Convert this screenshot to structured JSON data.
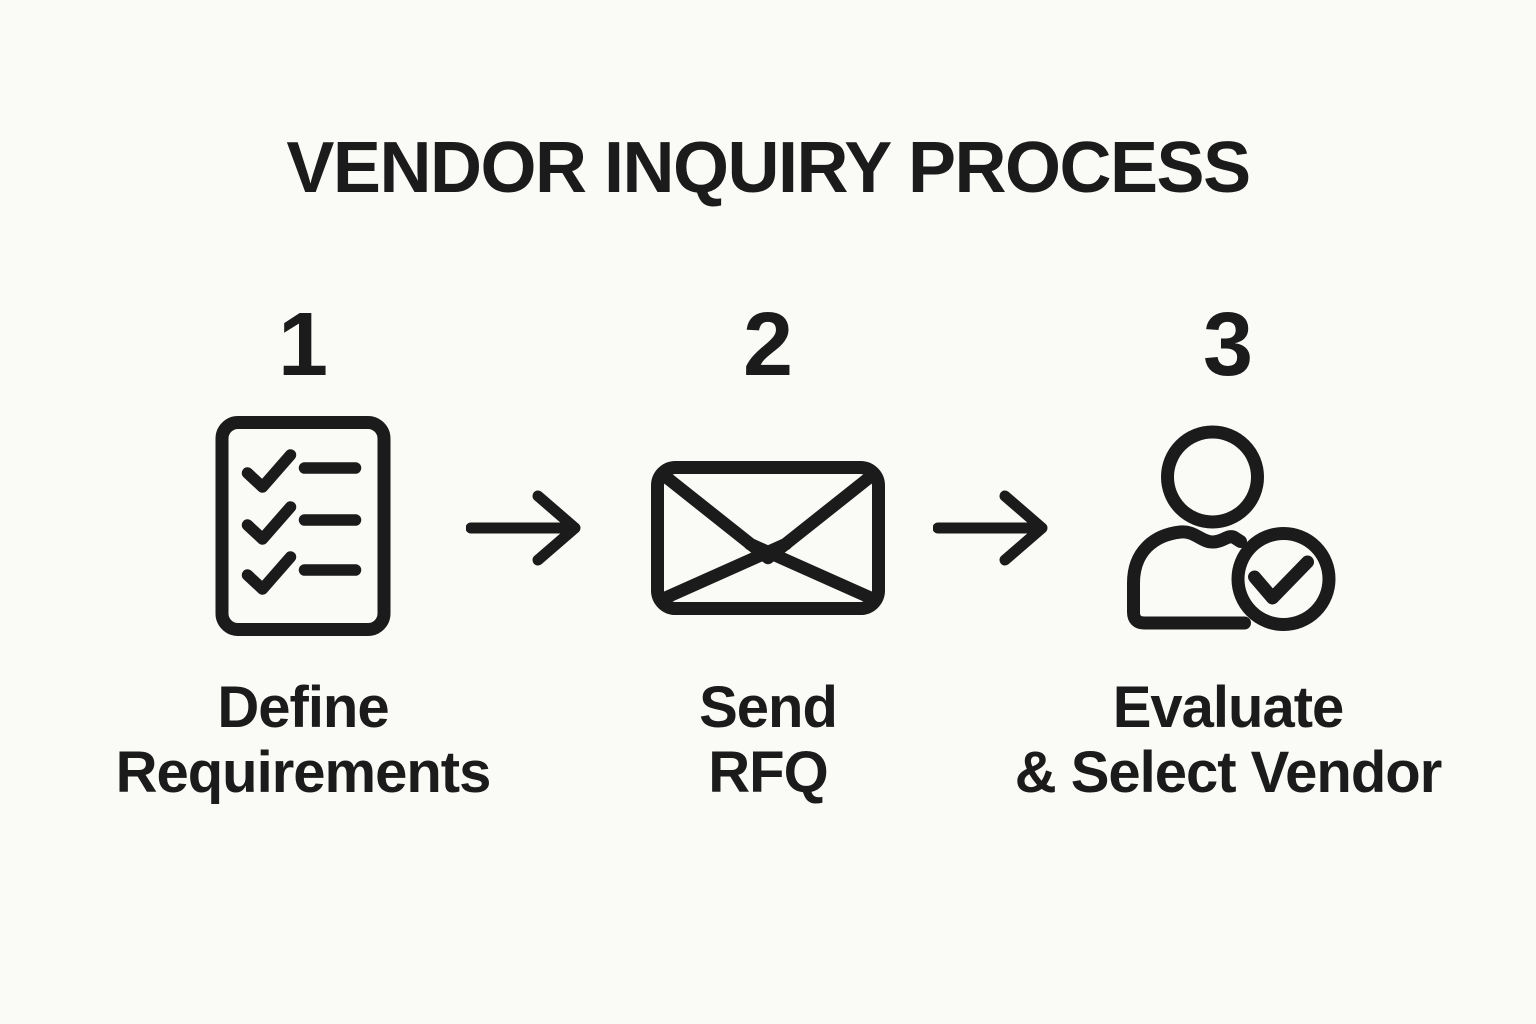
{
  "title": "VENDOR INQUIRY PROCESS",
  "colors": {
    "background": "#fafaf7",
    "ink": "#1b1b1b"
  },
  "steps": [
    {
      "number": "1",
      "icon": "checklist-icon",
      "label": [
        "Define",
        "Requirements"
      ]
    },
    {
      "number": "2",
      "icon": "envelope-icon",
      "label": [
        "Send",
        "RFQ"
      ]
    },
    {
      "number": "3",
      "icon": "person-check-icon",
      "label": [
        "Evaluate",
        "& Select Vendor"
      ]
    }
  ],
  "arrows": [
    {
      "icon": "right-arrow-icon"
    },
    {
      "icon": "right-arrow-icon"
    }
  ]
}
